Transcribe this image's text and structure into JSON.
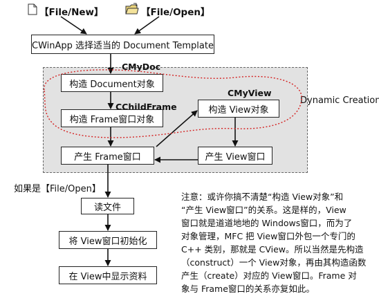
{
  "toolbar": {
    "file_new": "【File/New】",
    "file_open": "【File/Open】"
  },
  "boxes": {
    "cwinapp": "CWinApp 选择适当的 Document Template",
    "construct_doc": "构造  Document对象",
    "construct_frame": "构造  Frame窗口对象",
    "create_frame": "产生  Frame窗口",
    "construct_view": "构造  View对象",
    "create_view": "产生  View窗口",
    "read_file": "读文件",
    "init_view": "将  View窗口初始化",
    "show_data": "在  View中显示资料"
  },
  "labels": {
    "cmydoc": "CMyDoc",
    "cchildframe": "CChildFrame",
    "cmyview": "CMyView",
    "dynamic_creation": "Dynamic Creation",
    "if_open": "如果是【File/Open】"
  },
  "note": {
    "lines": [
      "注意：或许你搞不清楚“构造  View对象”和",
      "“产生  View窗口”的关系。这是样的，View",
      "窗口就是道道地地的  Windows窗口，而为了",
      "对象管理，MFC 把  View窗口外包一个专门的",
      "C++ 类别，那就是 CView。所以当然是先构造",
      "（construct）一个  View对象，再由其构造函数",
      "产生（create）对应的  View窗口。Frame 对",
      "象与  Frame窗口的关系亦复如此。"
    ]
  }
}
